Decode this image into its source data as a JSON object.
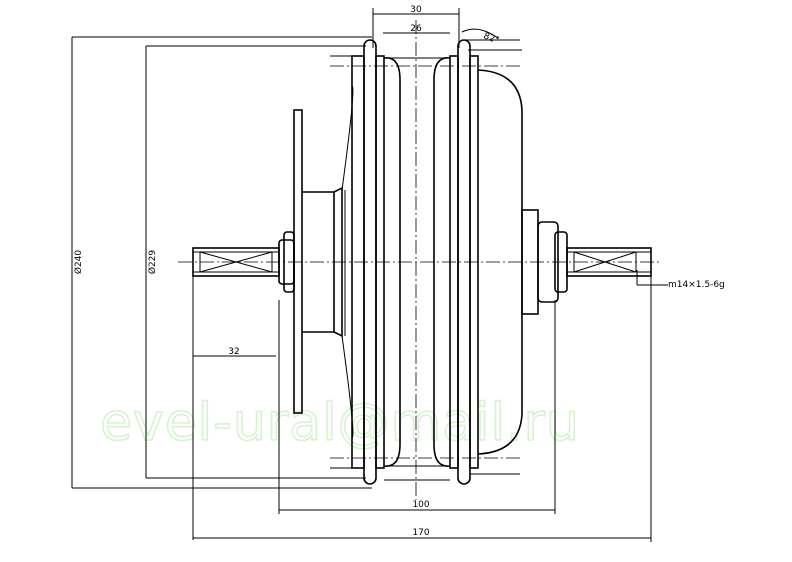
{
  "dimensions": {
    "width_top_outer": "30",
    "width_top_inner": "26",
    "angle": "82°",
    "diameter_outer": "Ø240",
    "diameter_inner": "Ø229",
    "shaft_length": "32",
    "width_100": "100",
    "width_170": "170",
    "thread": "m14×1.5-6g"
  },
  "watermark": "evel-ural@mail.ru"
}
